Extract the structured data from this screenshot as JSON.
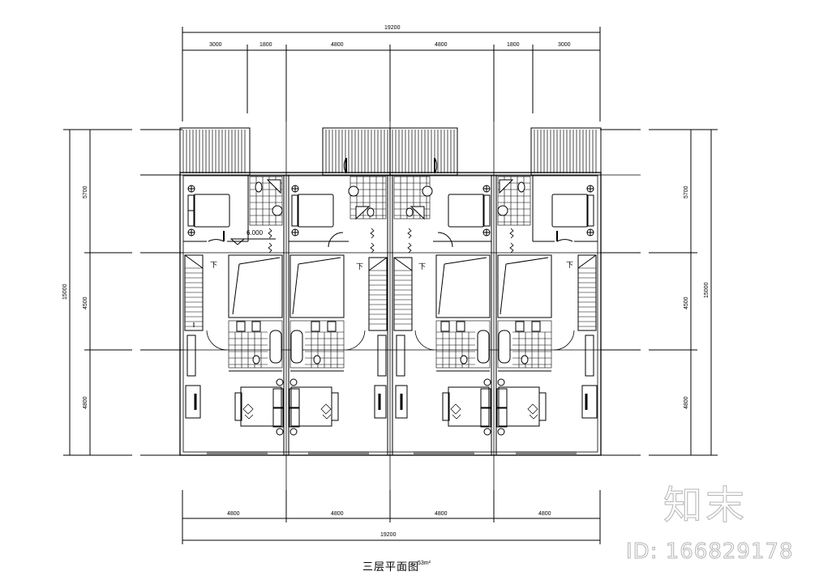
{
  "drawing": {
    "title": "三层平面图",
    "scale_note": "53m²",
    "elevation_mark": "6.000",
    "stair_label": "下",
    "line_color": "#000000",
    "watermark_color": "#b5b5b5"
  },
  "dimensions": {
    "top_total": "19200",
    "top_segments": [
      "3000",
      "1800",
      "4800",
      "4800",
      "1800",
      "3000"
    ],
    "bottom_segments": [
      "4800",
      "4800",
      "4800",
      "4800"
    ],
    "bottom_total": "19200",
    "left_total": "15000",
    "left_segments": [
      "5700",
      "4500",
      "4800"
    ],
    "right_total": "15000",
    "right_segments": [
      "5700",
      "4500",
      "4800"
    ]
  },
  "units": [
    {
      "name": "unit-1",
      "mirror": false
    },
    {
      "name": "unit-2",
      "mirror": true
    },
    {
      "name": "unit-3",
      "mirror": false
    },
    {
      "name": "unit-4",
      "mirror": true
    }
  ],
  "watermark": {
    "brand": "知末",
    "id_text": "ID: 166829178"
  }
}
